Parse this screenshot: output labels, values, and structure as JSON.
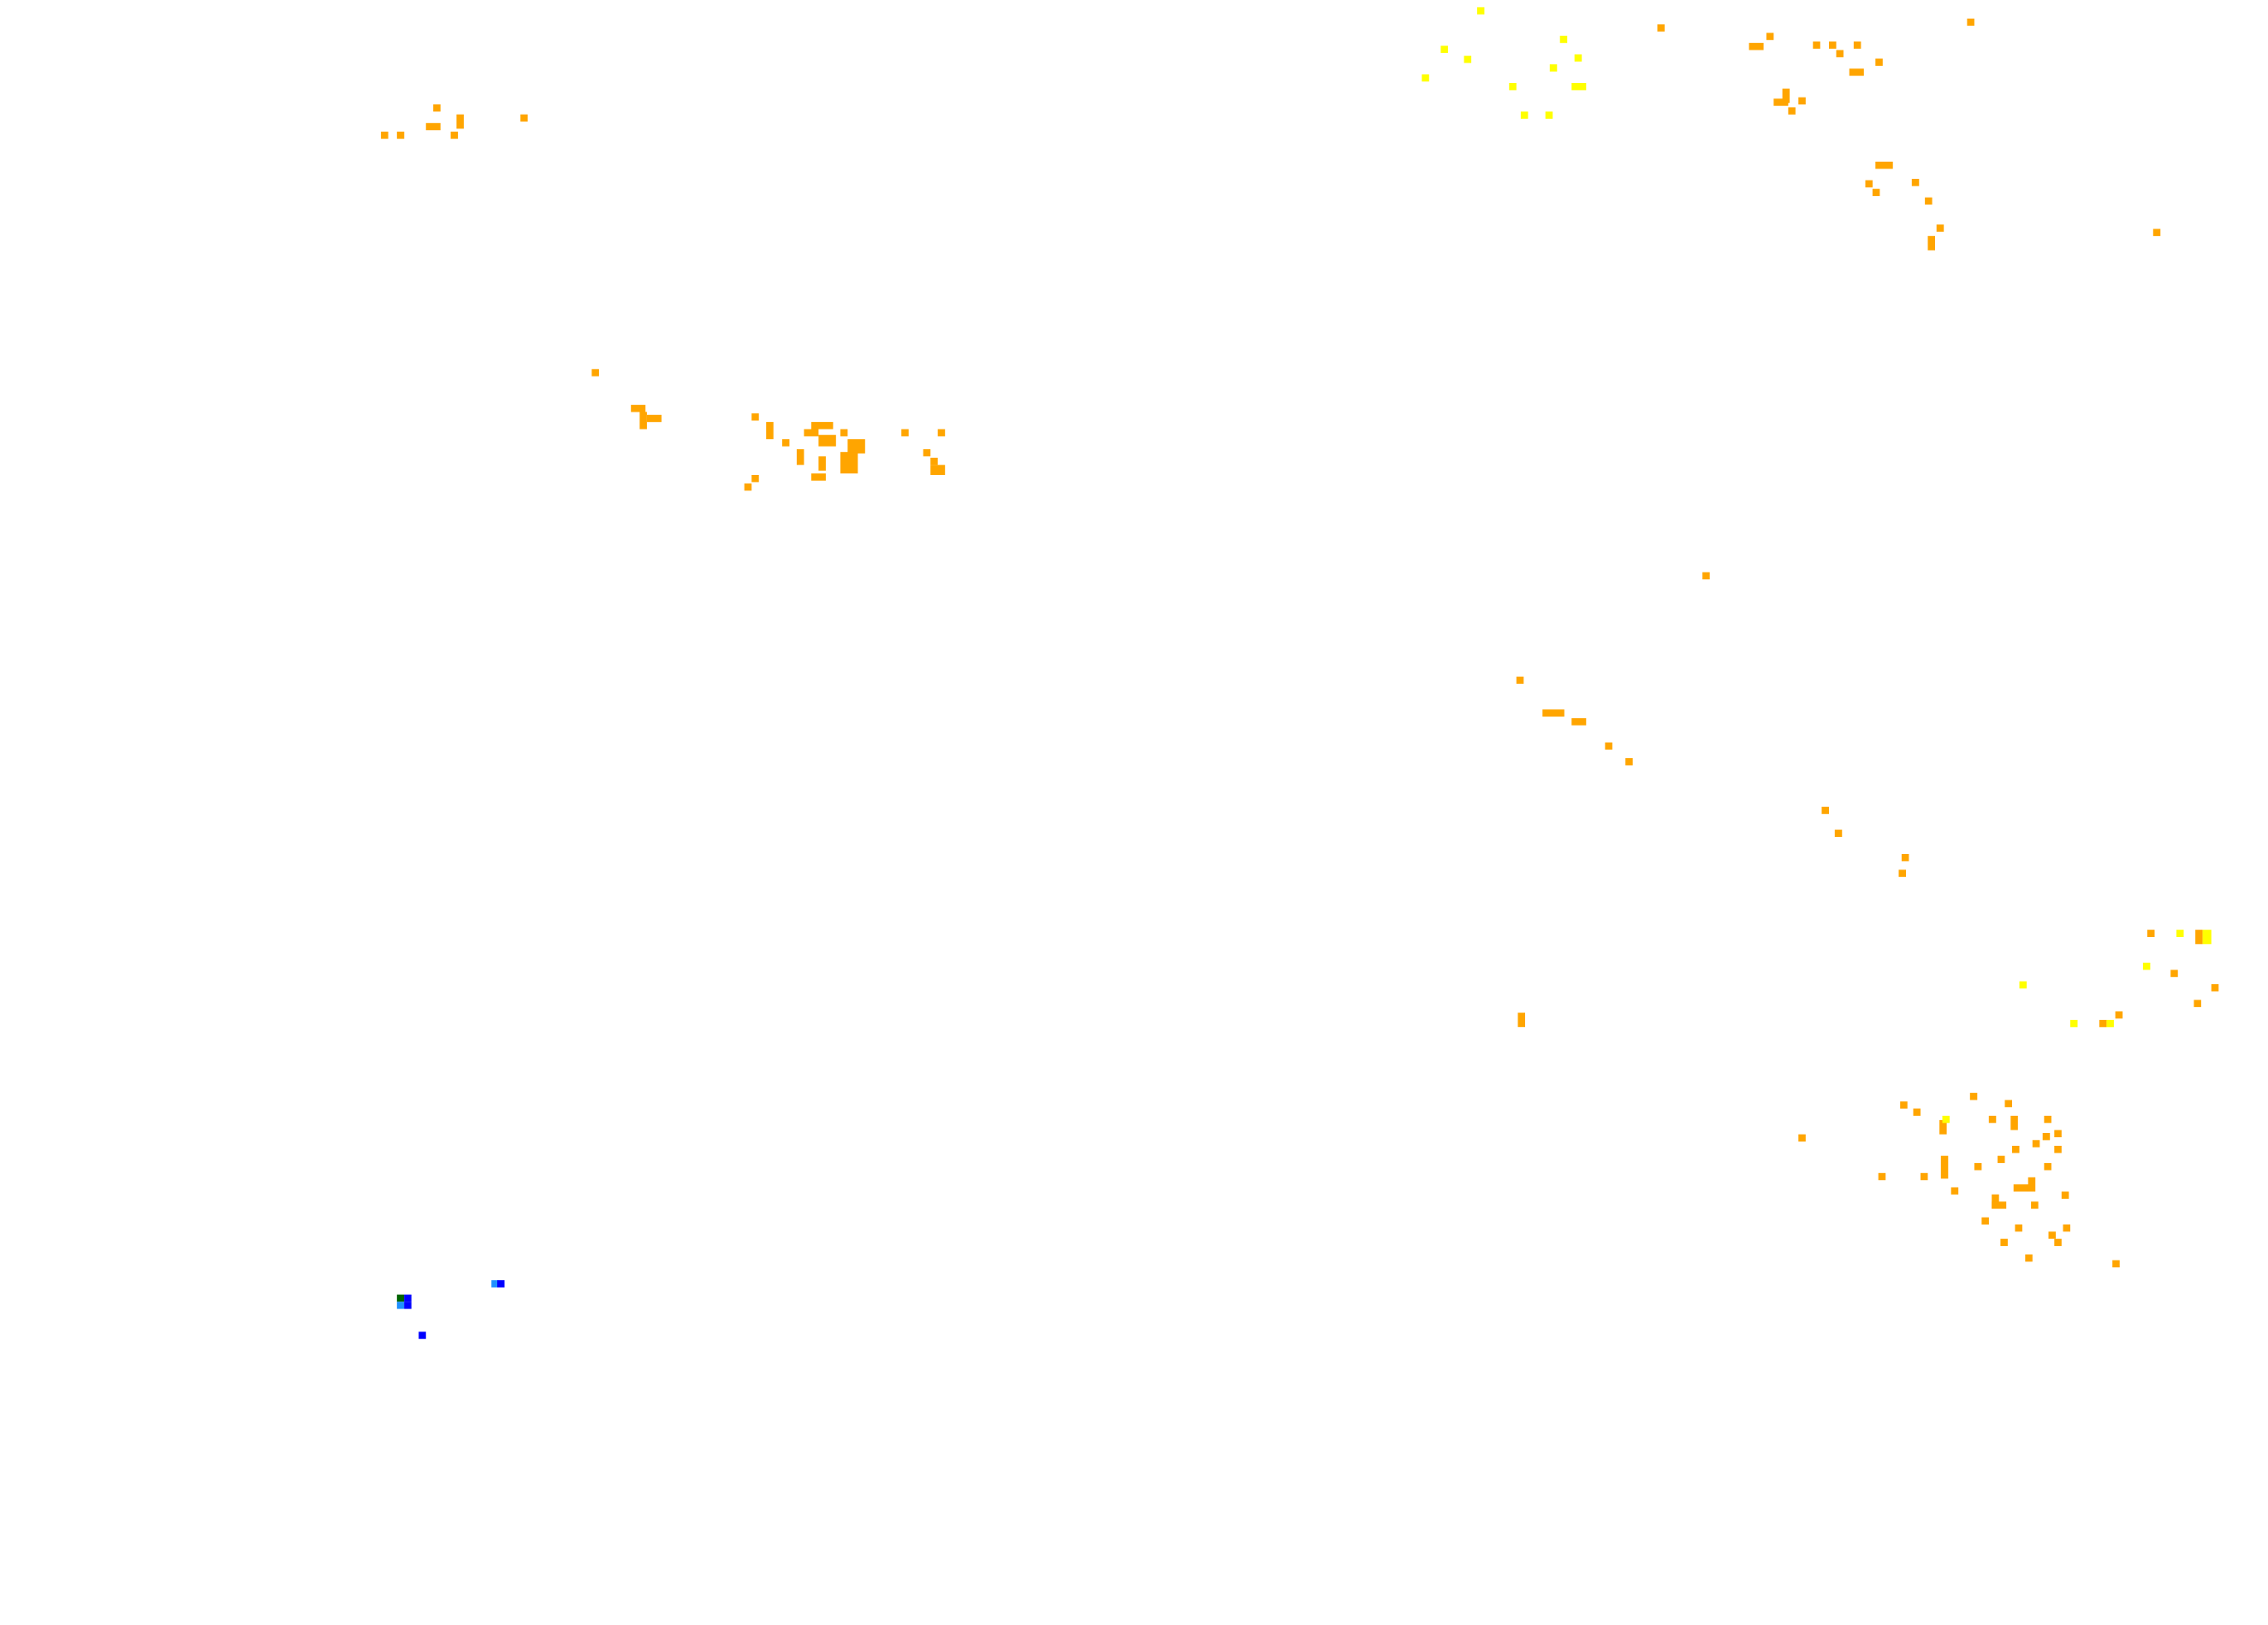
{
  "map": {
    "background_color": "#ffffff",
    "legend": [
      {
        "class": "orange",
        "color": "#ffa500"
      },
      {
        "class": "yellow",
        "color": "#ffff00"
      },
      {
        "class": "blue",
        "color": "#0000ff"
      },
      {
        "class": "light-blue",
        "color": "#1e90ff"
      },
      {
        "class": "green",
        "color": "#006400"
      }
    ]
  }
}
